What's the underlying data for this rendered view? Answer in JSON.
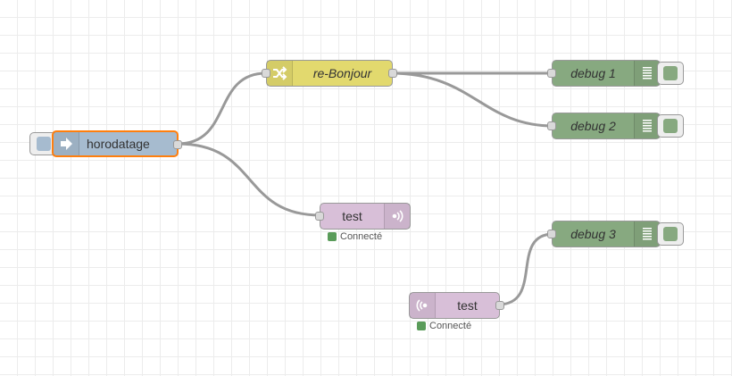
{
  "colors": {
    "inject": "#a6bbcf",
    "change": "#e2d96e",
    "debug": "#87a980",
    "mqtt": "#d8bfd8",
    "selected": "#ff7f0e",
    "status_connected": "#5a9c5a",
    "debug_toggle": "#87a980",
    "inject_button": "#a6bbcf"
  },
  "nodes": {
    "inject": {
      "label": "horodatage",
      "icon": "arrow-in-icon"
    },
    "change": {
      "label": "re-Bonjour",
      "icon": "shuffle-icon"
    },
    "debug1": {
      "label": "debug 1",
      "icon": "list-icon"
    },
    "debug2": {
      "label": "debug 2",
      "icon": "list-icon"
    },
    "debug3": {
      "label": "debug 3",
      "icon": "list-icon"
    },
    "mqtt_out": {
      "label": "test",
      "icon": "broadcast-icon",
      "status": "Connecté"
    },
    "mqtt_in": {
      "label": "test",
      "icon": "broadcast-icon",
      "status": "Connecté"
    }
  }
}
